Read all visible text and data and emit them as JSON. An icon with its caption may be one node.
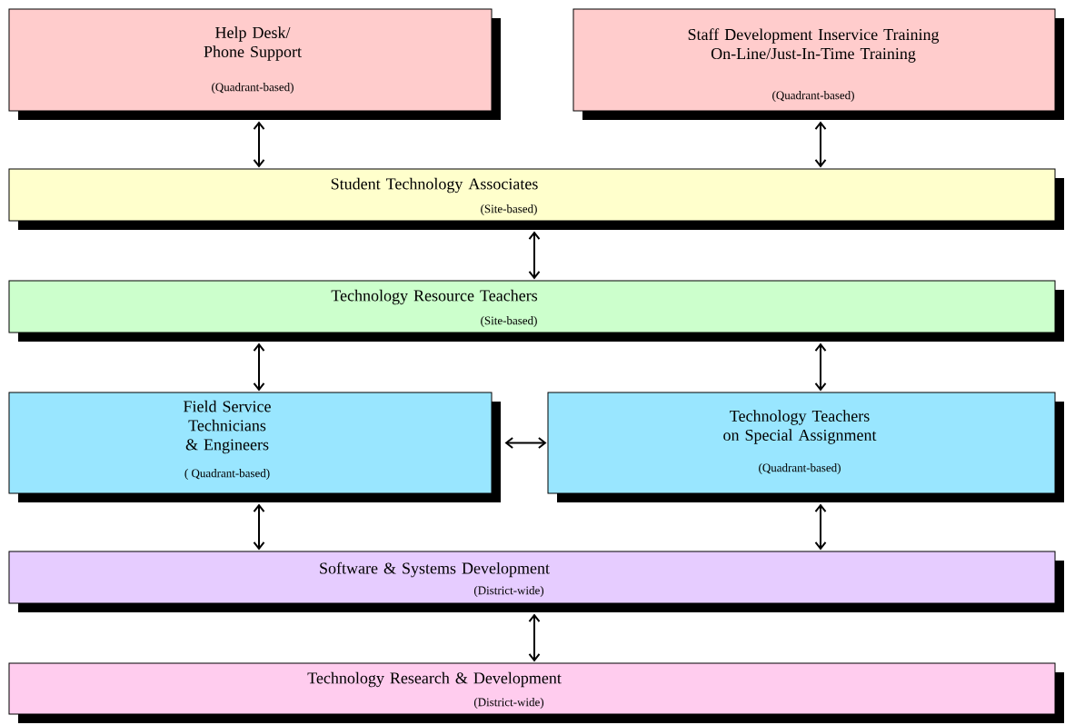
{
  "diagram": {
    "nodes": [
      {
        "text": [
          "Help Desk/ Phone Support",
          "(Quadrant-based)"
        ]
      },
      {
        "text": [
          "Staff Development Inservice Training On-Line/Just-In-Time Training",
          "(Quadrant-based)"
        ]
      },
      {
        "text": [
          "Student Technology Associates",
          "(Site-based)"
        ]
      },
      {
        "text": [
          "Technology Resource Teachers",
          "(Site-based)"
        ]
      },
      {
        "text": [
          "Field Service Technicians & Engineers",
          "( Quadrant-based)"
        ]
      },
      {
        "text": [
          "Technology Teachers on Special Assignment",
          "(Quadrant-based)"
        ]
      },
      {
        "text": [
          "Software & Systems Development",
          "(District-wide)"
        ]
      },
      {
        "text": [
          "Technology Research & Development",
          "(District-wide)"
        ]
      }
    ],
    "edges": [
      {
        "from": 0,
        "to": 2,
        "arrow": "both"
      },
      {
        "from": 1,
        "to": 2,
        "arrow": "both"
      },
      {
        "from": 2,
        "to": 3,
        "arrow": "both"
      },
      {
        "from": 3,
        "to": 4,
        "arrow": "both"
      },
      {
        "from": 3,
        "to": 5,
        "arrow": "both"
      },
      {
        "from": 4,
        "to": 5,
        "arrow": "both"
      },
      {
        "from": 4,
        "to": 6,
        "arrow": "both"
      },
      {
        "from": 5,
        "to": 6,
        "arrow": "both"
      },
      {
        "from": 6,
        "to": 7,
        "arrow": "both"
      }
    ]
  }
}
